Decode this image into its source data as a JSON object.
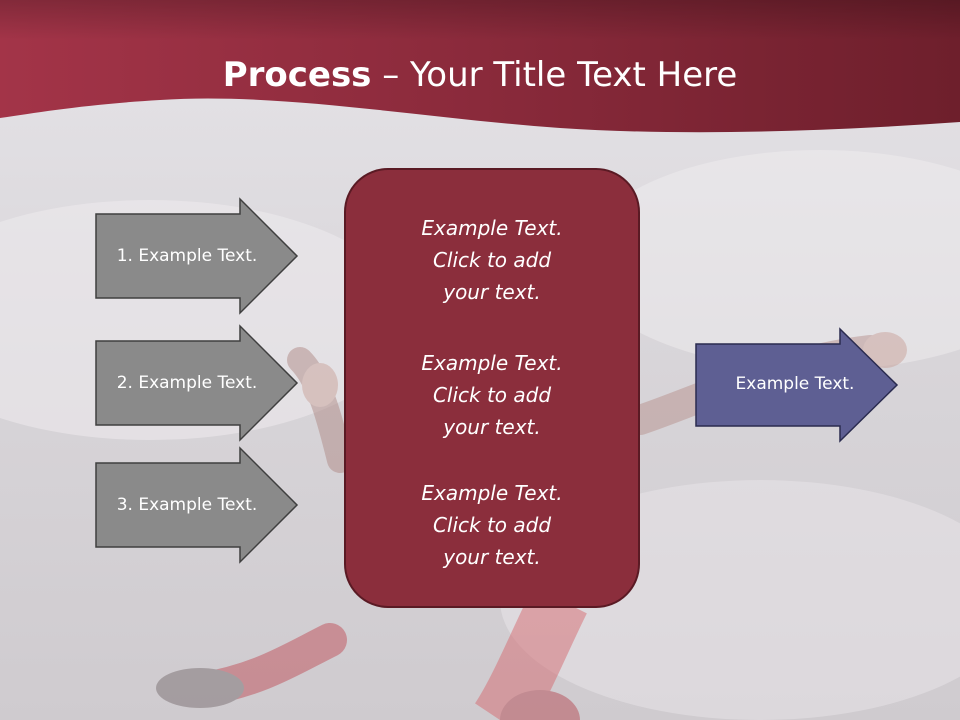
{
  "slide": {
    "title_bold": "Process",
    "title_rest": " – Your Title Text Here"
  },
  "input_arrows": [
    {
      "label": "1. Example Text."
    },
    {
      "label": "2. Example Text."
    },
    {
      "label": "3. Example Text."
    }
  ],
  "center_box": {
    "blocks": [
      {
        "line1": "Example Text.",
        "line2": "Click  to add",
        "line3": "your text."
      },
      {
        "line1": "Example Text.",
        "line2": "Click  to add",
        "line3": "your text."
      },
      {
        "line1": "Example Text.",
        "line2": "Click  to add",
        "line3": "your text."
      }
    ]
  },
  "output_arrow": {
    "label": "Example Text."
  },
  "colors": {
    "header": "#8b2a3a",
    "center_box": "#8b2e3c",
    "input_arrow": "#8a8a8a",
    "output_arrow": "#5e5f93"
  }
}
